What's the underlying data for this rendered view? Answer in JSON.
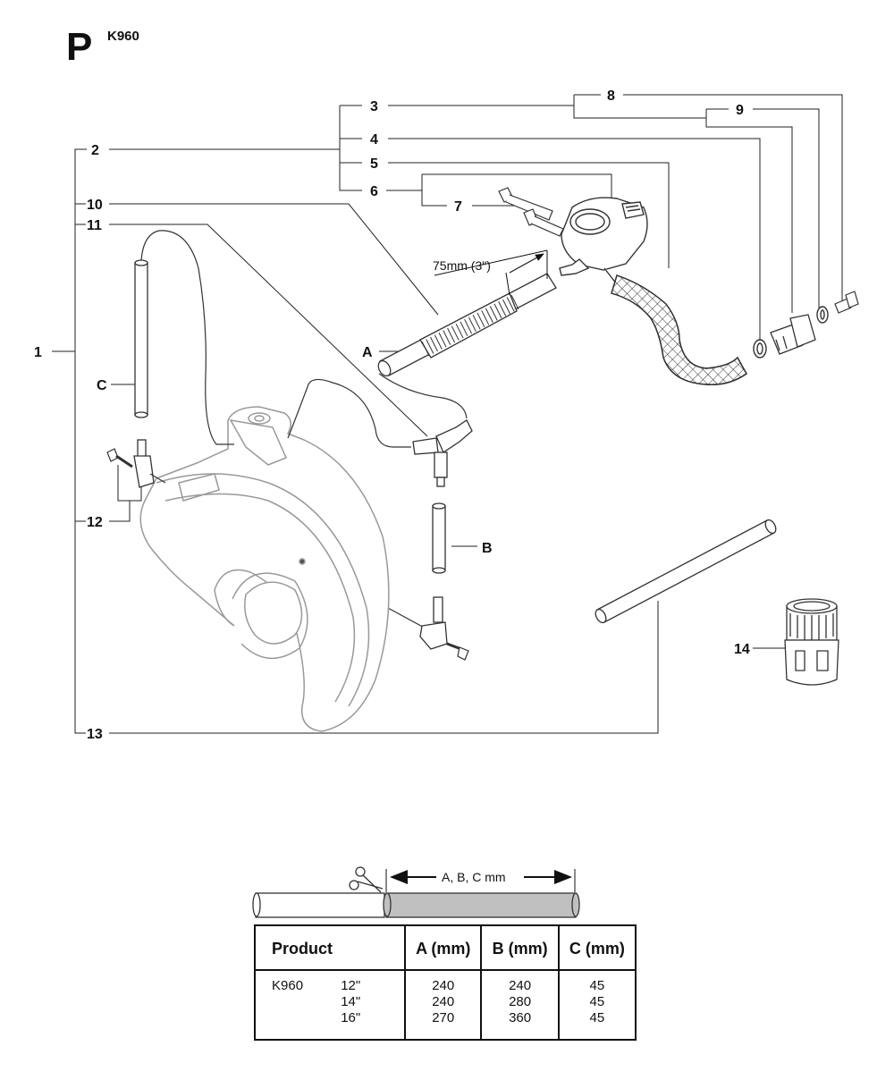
{
  "header": {
    "letter": "P",
    "model": "K960"
  },
  "callouts": {
    "n1": "1",
    "n2": "2",
    "n3": "3",
    "n4": "4",
    "n5": "5",
    "n6": "6",
    "n7": "7",
    "n8": "8",
    "n9": "9",
    "n10": "10",
    "n11": "11",
    "n12": "12",
    "n13": "13",
    "n14": "14",
    "a": "A",
    "b": "B",
    "c": "C"
  },
  "dimension_label": "75mm (3\")",
  "cut_label": "A, B, C mm",
  "table": {
    "headers": {
      "product": "Product",
      "a": "A (mm)",
      "b": "B (mm)",
      "c": "C (mm)"
    },
    "product": "K960",
    "sizes": [
      "12\"",
      "14\"",
      "16\""
    ],
    "a_values": [
      "240",
      "240",
      "270"
    ],
    "b_values": [
      "240",
      "280",
      "360"
    ],
    "c_values": [
      "45",
      "45",
      "45"
    ]
  }
}
